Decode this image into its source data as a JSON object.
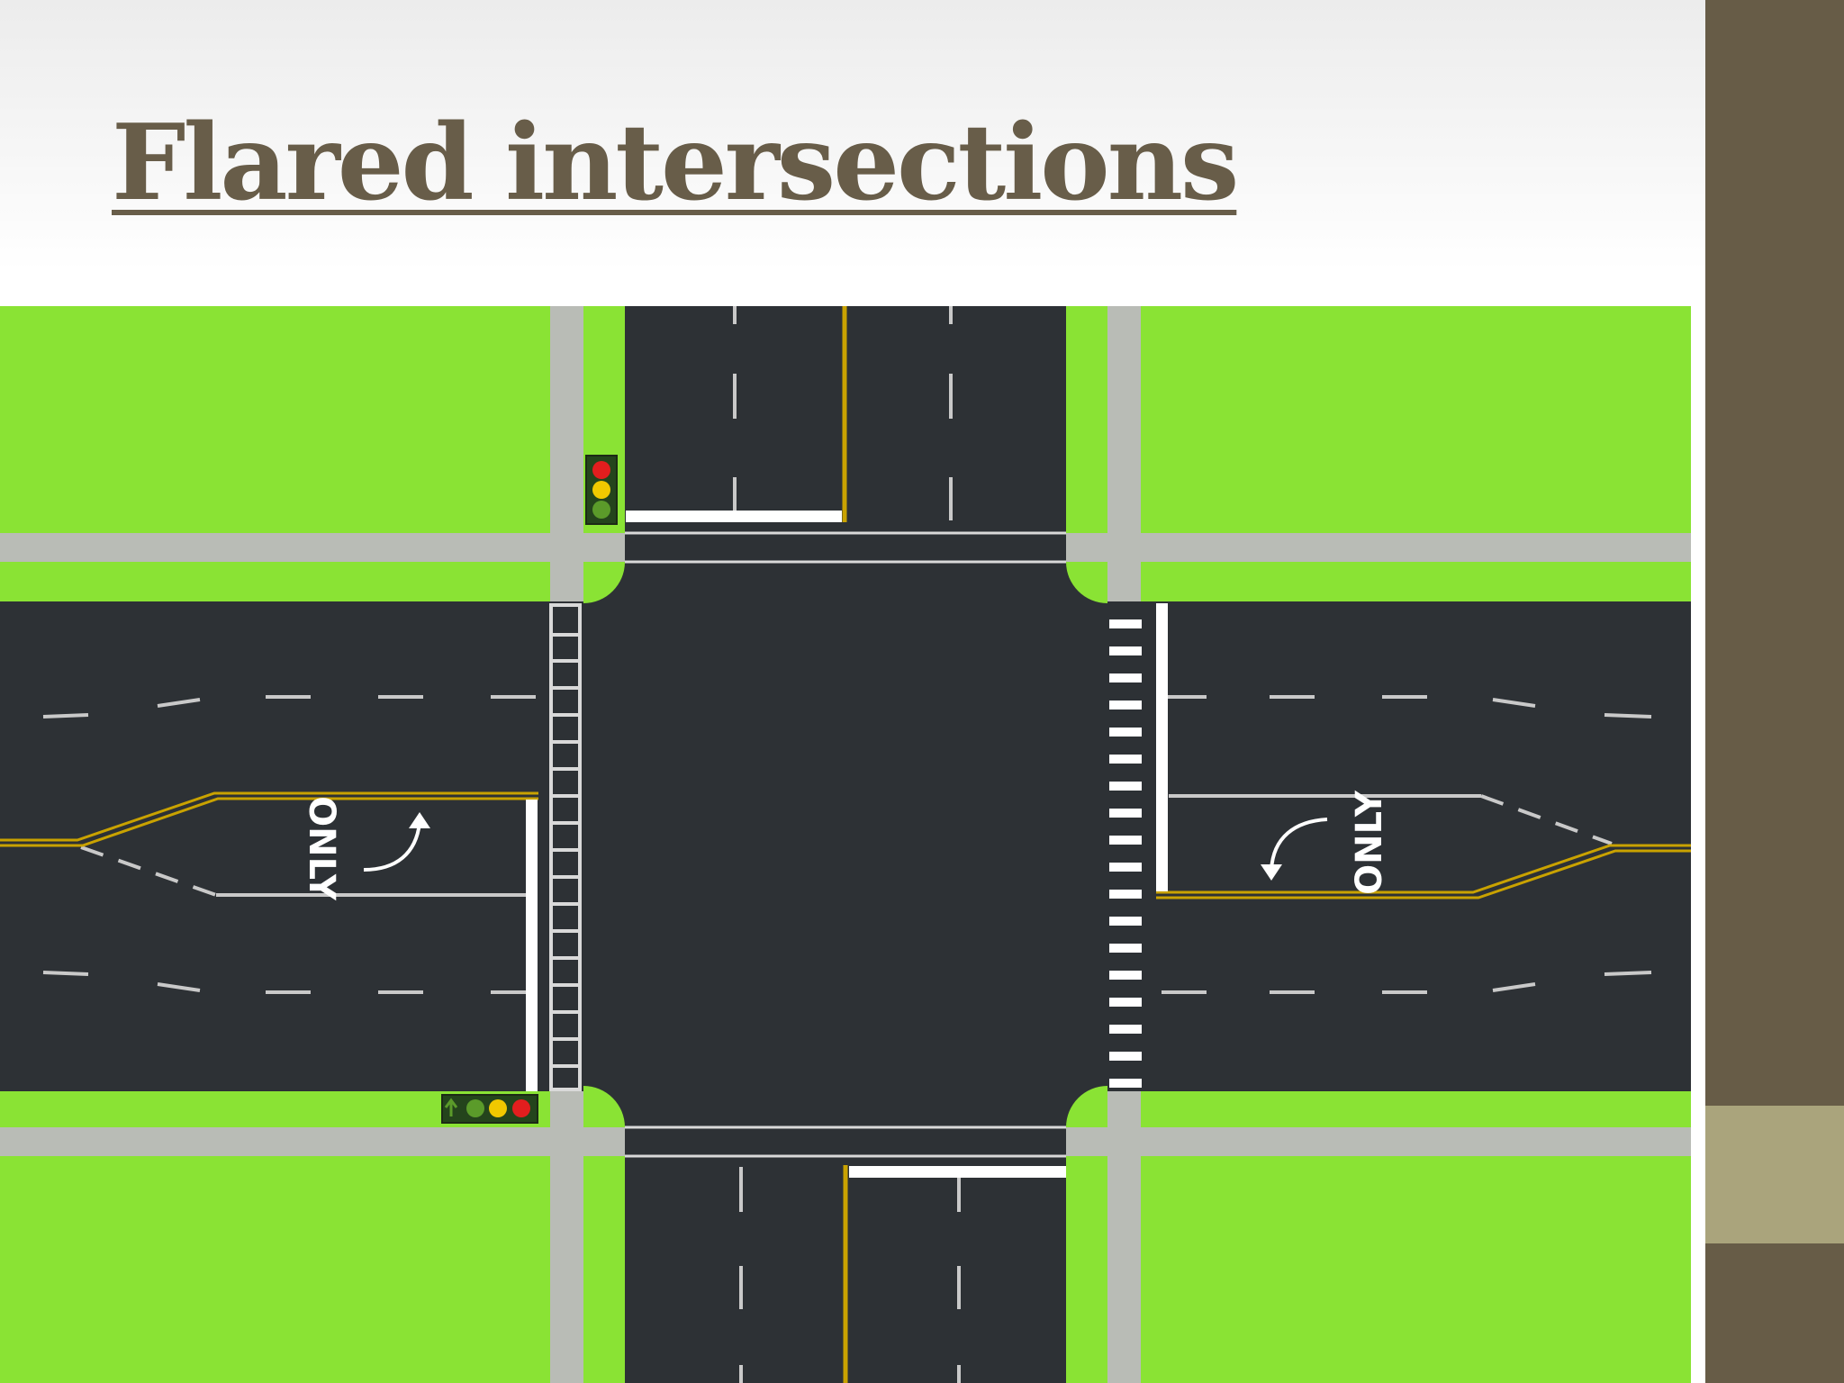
{
  "slide": {
    "title": "Flared intersections"
  },
  "diagram": {
    "lane_markings": {
      "west_turn_label": "ONLY",
      "east_turn_label": "ONLY"
    },
    "signals": {
      "north_signal": [
        "red",
        "yellow",
        "green"
      ],
      "south_signal": [
        "green-arrow",
        "green",
        "yellow",
        "red"
      ]
    }
  },
  "colors": {
    "grass": "#8ae334",
    "asphalt": "#2d3135",
    "sidewalk": "#b9bcb6",
    "center_line": "#c9a200",
    "title": "#685d49",
    "side_bar": "#675c47",
    "side_accent": "#aaa47c"
  }
}
